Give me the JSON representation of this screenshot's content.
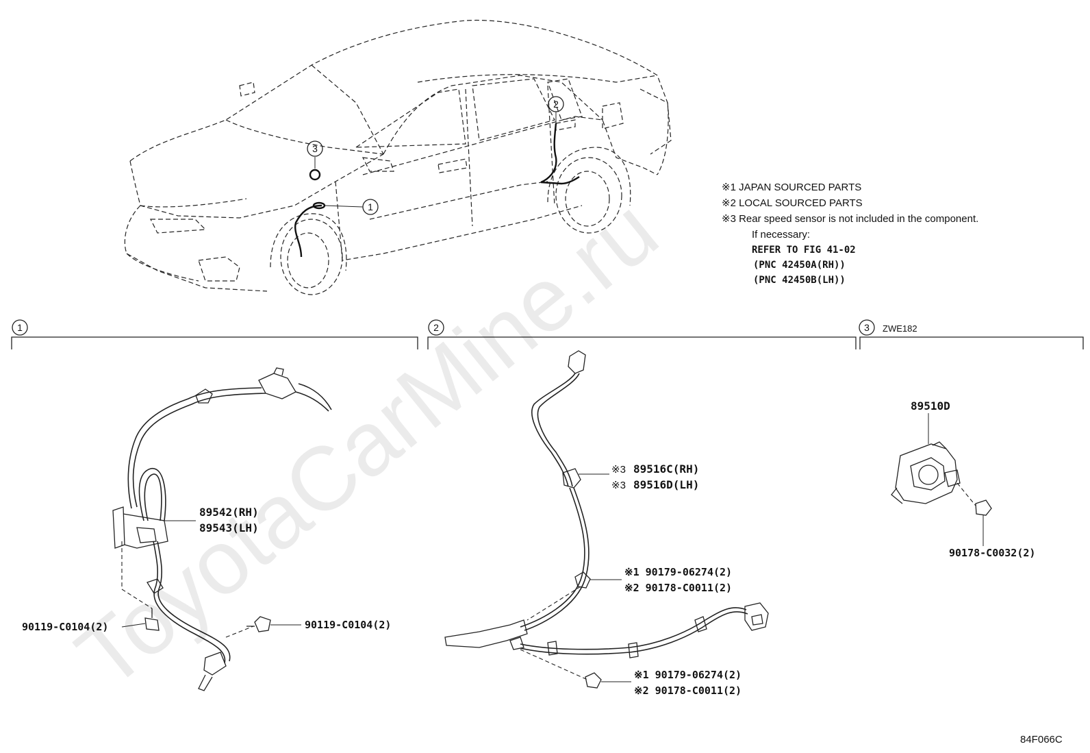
{
  "watermark": "ToyotaCarMine.ru",
  "notes": {
    "note1": "※1 JAPAN SOURCED PARTS",
    "note2": "※2 LOCAL SOURCED PARTS",
    "note3": "※3 Rear speed sensor is not included in the component.",
    "if_necessary": "If necessary:",
    "refer": "REFER TO FIG 41-02",
    "pnc_rh": "(PNC 42450A(RH))",
    "pnc_lh": "(PNC 42450B(LH))"
  },
  "callouts": {
    "c1": "1",
    "c2": "2",
    "c3": "3"
  },
  "sections": {
    "s1": {
      "number": "1"
    },
    "s2": {
      "number": "2"
    },
    "s3": {
      "number": "3",
      "model": "ZWE182"
    }
  },
  "parts": {
    "front_sensor_rh": "89542(RH)",
    "front_sensor_lh": "89543(LH)",
    "bolt_left": "90119-C0104(2)",
    "bolt_right": "90119-C0104(2)",
    "rear_sensor_rh": "89516C(RH)",
    "rear_sensor_lh": "89516D(LH)",
    "note3_mark_rh": "※3",
    "note3_mark_lh": "※3",
    "clip_a_jp": "※1 90179-06274(2)",
    "clip_a_local": "※2 90178-C0011(2)",
    "clip_b_jp": "※1 90179-06274(2)",
    "clip_b_local": "※2 90178-C0011(2)",
    "yaw_sensor": "89510D",
    "yaw_nut": "90178-C0032(2)"
  },
  "figure_code": "84F066C"
}
